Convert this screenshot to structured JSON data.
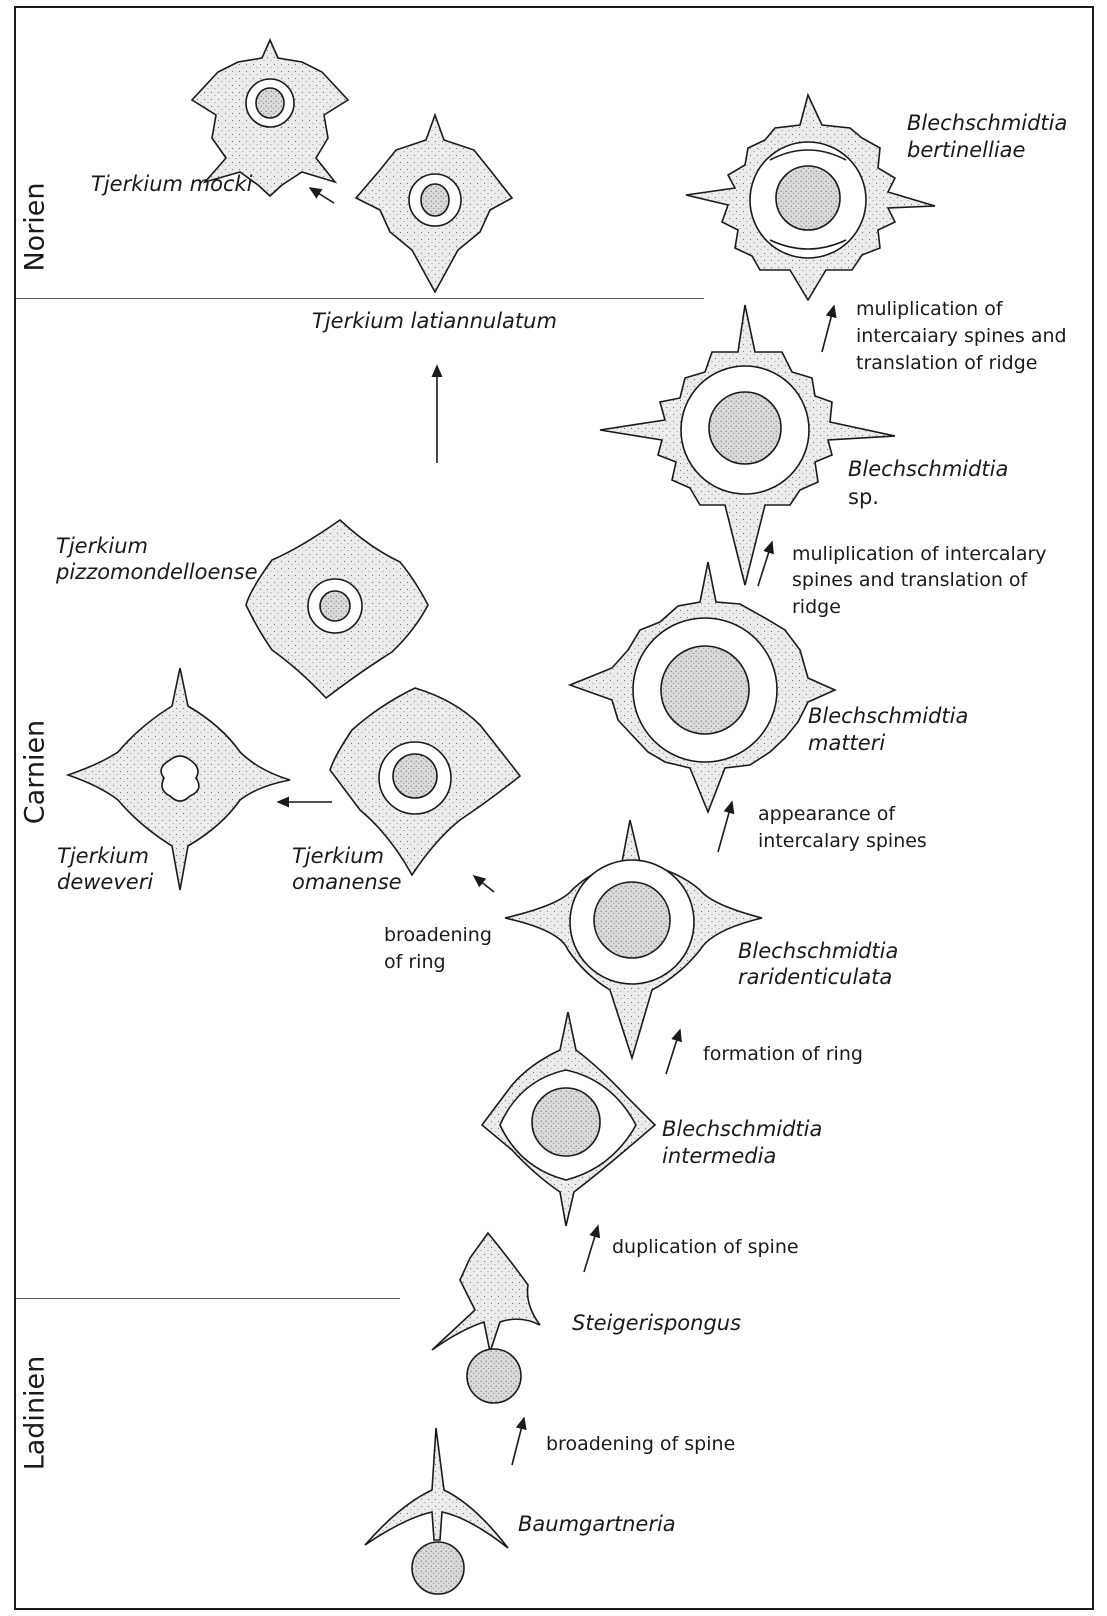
{
  "stages": {
    "norien": "Norien",
    "carnien": "Carnien",
    "ladinien": "Ladinien"
  },
  "taxa": {
    "tjerkium_mocki": "Tjerkium mocki",
    "tjerkium_latiannulatum": "Tjerkium latiannulatum",
    "blechschmidtia_bertinelliae_1": "Blechschmidtia",
    "blechschmidtia_bertinelliae_2": "bertinelliae",
    "blechschmidtia_sp_1": "Blechschmidtia",
    "blechschmidtia_sp_2": "sp.",
    "tjerkium_pizzomondelloense_1": "Tjerkium",
    "tjerkium_pizzomondelloense_2": "pizzomondelloense",
    "blechschmidtia_matteri_1": "Blechschmidtia",
    "blechschmidtia_matteri_2": "matteri",
    "tjerkium_deweveri_1": "Tjerkium",
    "tjerkium_deweveri_2": "deweveri",
    "tjerkium_omanense_1": "Tjerkium",
    "tjerkium_omanense_2": "omanense",
    "blechschmidtia_raridenticulata_1": "Blechschmidtia",
    "blechschmidtia_raridenticulata_2": "raridenticulata",
    "blechschmidtia_intermedia_1": "Blechschmidtia",
    "blechschmidtia_intermedia_2": "intermedia",
    "steigerispongus": "Steigerispongus",
    "baumgartneria": "Baumgartneria"
  },
  "annotations": {
    "mult_top_1": "muliplication of",
    "mult_top_2": "intercaiary spines and",
    "mult_top_3": "translation of ridge",
    "mult_mid_1": "muliplication of intercalary",
    "mult_mid_2": "spines and translation of",
    "mult_mid_3": "ridge",
    "appearance_1": "appearance of",
    "appearance_2": "intercalary spines",
    "broadening_ring_1": "broadening",
    "broadening_ring_2": "of ring",
    "formation_ring": "formation of ring",
    "duplication_spine": "duplication of spine",
    "broadening_spine": "broadening of spine"
  },
  "colors": {
    "ink": "#1a1a1a",
    "fill": "#ebebeb",
    "fill_dark": "#dcdcdc",
    "divider": "#555555"
  }
}
